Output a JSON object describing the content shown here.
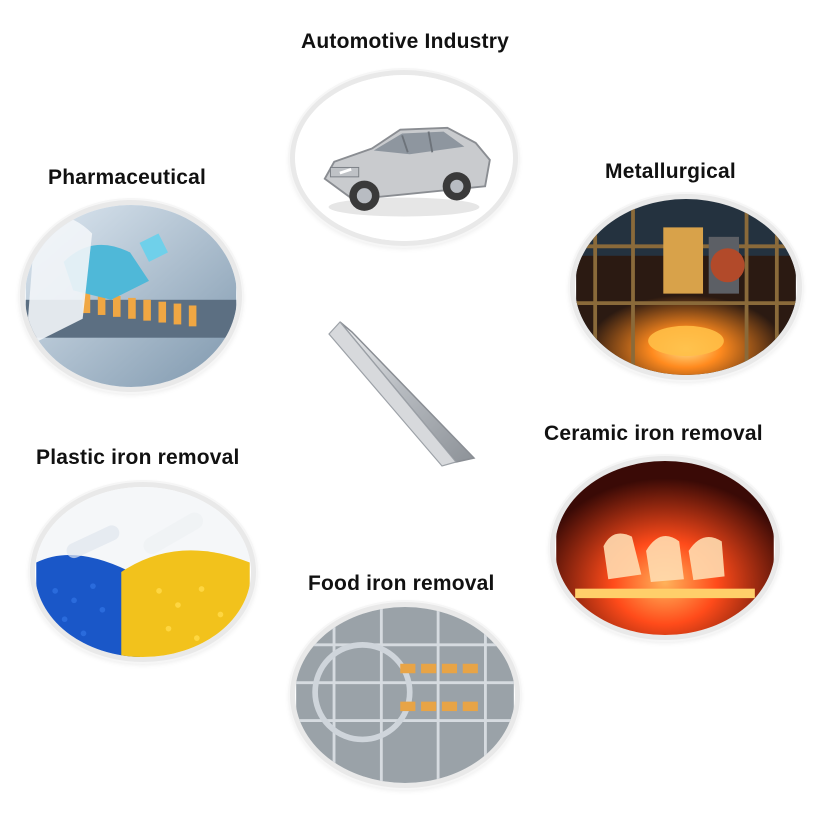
{
  "applications": {
    "automotive": {
      "label": "Automotive Industry",
      "image": "car-image"
    },
    "pharmaceutical": {
      "label": "Pharmaceutical",
      "image": "lab-vials-image"
    },
    "metallurgical": {
      "label": "Metallurgical",
      "image": "steel-furnace-image"
    },
    "plastic": {
      "label": "Plastic iron removal",
      "image": "plastic-pellets-image"
    },
    "ceramic": {
      "label": "Ceramic iron removal",
      "image": "kiln-image"
    },
    "food": {
      "label": "Food iron removal",
      "image": "food-line-image"
    }
  },
  "center_item": {
    "image": "magnetic-bar-image"
  }
}
